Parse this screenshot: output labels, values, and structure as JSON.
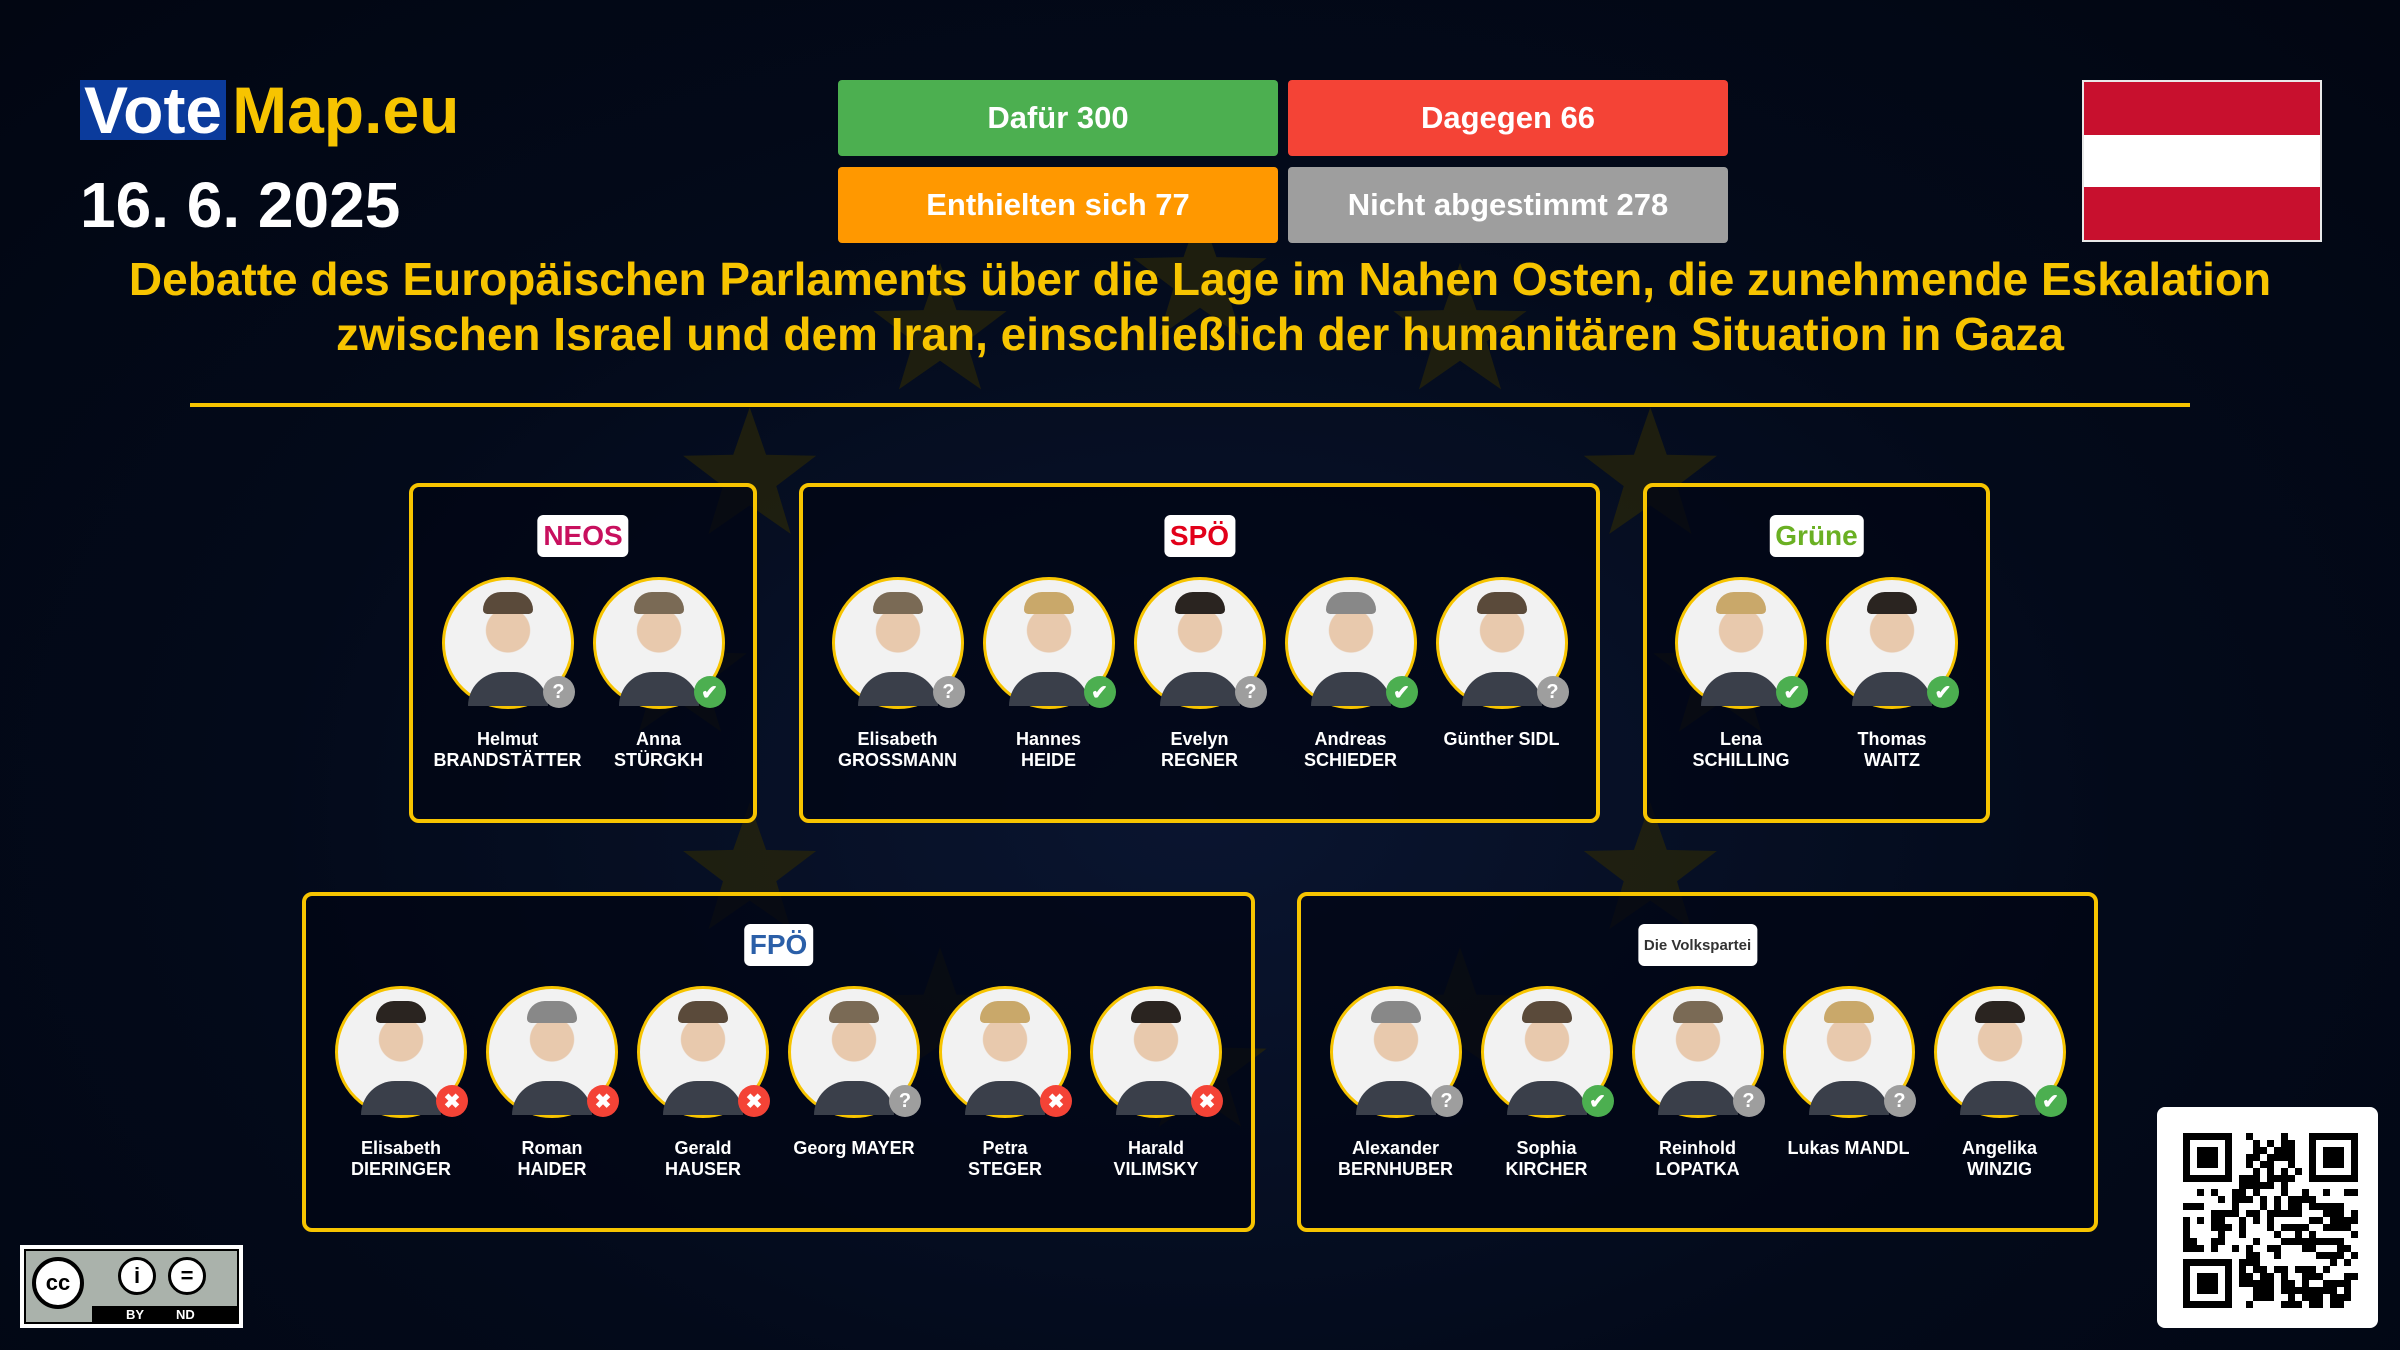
{
  "logo": {
    "vote": "Vote",
    "map": "Map.eu"
  },
  "date": "16. 6. 2025",
  "votes": {
    "for": {
      "label": "Dafür 300",
      "color": "#4caf50"
    },
    "against": {
      "label": "Dagegen 66",
      "color": "#f44336"
    },
    "abstain": {
      "label": "Enthielten sich 77",
      "color": "#ff9800"
    },
    "not_voted": {
      "label": "Nicht abgestimmt 278",
      "color": "#9e9e9e"
    }
  },
  "flag": {
    "colors": [
      "#c8102e",
      "#ffffff",
      "#c8102e"
    ]
  },
  "title": {
    "line1": "Debatte des Europäischen Parlaments über die Lage im Nahen Osten, die zunehmende Eskalation",
    "line2": "zwischen Israel und dem Iran, einschließlich der humanitären Situation in Gaza"
  },
  "status_colors": {
    "not_voted": "#9e9e9e",
    "for": "#4caf50",
    "against": "#f44336"
  },
  "parties": [
    {
      "logo": "NEOS",
      "logo_color": "#c8105e",
      "members": [
        {
          "first": "Helmut",
          "last": "BRANDSTÄTTER",
          "status": "not_voted"
        },
        {
          "first": "Anna",
          "last": "STÜRGKH",
          "status": "for"
        }
      ]
    },
    {
      "logo": "SPÖ",
      "logo_color": "#e2001a",
      "members": [
        {
          "first": "Elisabeth",
          "last": "GROSSMANN",
          "status": "not_voted"
        },
        {
          "first": "Hannes",
          "last": "HEIDE",
          "status": "for"
        },
        {
          "first": "Evelyn",
          "last": "REGNER",
          "status": "not_voted"
        },
        {
          "first": "Andreas",
          "last": "SCHIEDER",
          "status": "for"
        },
        {
          "first": "Günther SIDL",
          "last": "",
          "status": "not_voted"
        }
      ]
    },
    {
      "logo": "Grüne",
      "logo_color": "#6ab023",
      "members": [
        {
          "first": "Lena",
          "last": "SCHILLING",
          "status": "for"
        },
        {
          "first": "Thomas",
          "last": "WAITZ",
          "status": "for"
        }
      ]
    },
    {
      "logo": "FPÖ",
      "logo_color": "#2b5fa8",
      "members": [
        {
          "first": "Elisabeth",
          "last": "DIERINGER",
          "status": "against"
        },
        {
          "first": "Roman",
          "last": "HAIDER",
          "status": "against"
        },
        {
          "first": "Gerald",
          "last": "HAUSER",
          "status": "against"
        },
        {
          "first": "Georg MAYER",
          "last": "",
          "status": "not_voted"
        },
        {
          "first": "Petra",
          "last": "STEGER",
          "status": "against"
        },
        {
          "first": "Harald",
          "last": "VILIMSKY",
          "status": "against"
        }
      ]
    },
    {
      "logo": "Die Volkspartei",
      "logo_color": "#333333",
      "members": [
        {
          "first": "Alexander",
          "last": "BERNHUBER",
          "status": "not_voted"
        },
        {
          "first": "Sophia",
          "last": "KIRCHER",
          "status": "for"
        },
        {
          "first": "Reinhold",
          "last": "LOPATKA",
          "status": "not_voted"
        },
        {
          "first": "Lukas MANDL",
          "last": "",
          "status": "not_voted"
        },
        {
          "first": "Angelika",
          "last": "WINZIG",
          "status": "for"
        }
      ]
    }
  ],
  "license": {
    "by": "BY",
    "nd": "ND"
  }
}
